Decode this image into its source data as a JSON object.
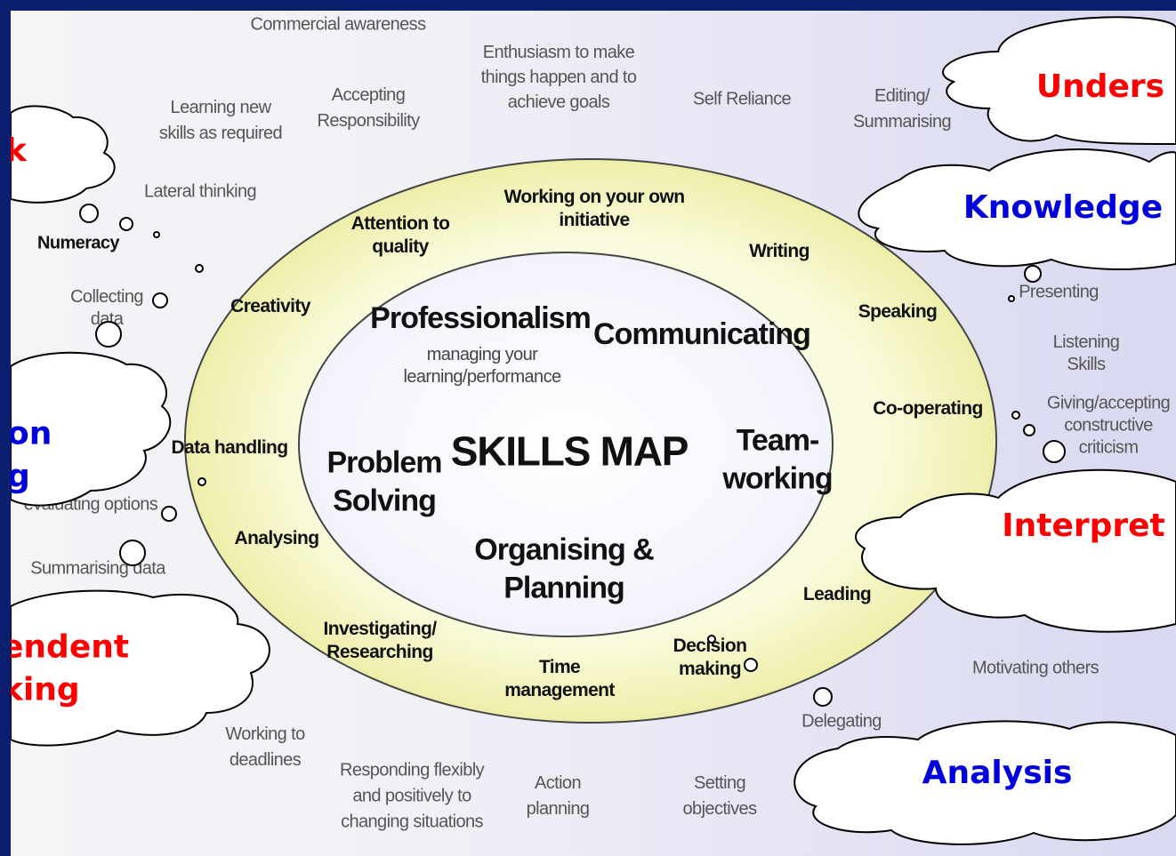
{
  "diagram": {
    "center_title": "SKILLS MAP",
    "core_skills": {
      "professionalism": "Professionalism",
      "professionalism_sub": "managing your\nlearning/performance",
      "communicating": "Communicating",
      "teamworking": "Team-\nworking",
      "problem_solving": "Problem\nSolving",
      "organising": "Organising &\nPlanning"
    },
    "ring_skills": {
      "attention": "Attention to\nquality",
      "own_initiative": "Working on your own\ninitiative",
      "writing": "Writing",
      "creativity": "Creativity",
      "speaking": "Speaking",
      "cooperating": "Co-operating",
      "data_handling": "Data handling",
      "analysing": "Analysing",
      "leading": "Leading",
      "investigating": "Investigating/\nResearching",
      "time_management": "Time\nmanagement",
      "decision_making": "Decision\nmaking"
    },
    "outer_skills": {
      "commercial": "Commercial awareness",
      "enthusiasm": "Enthusiasm to make\nthings happen and to\nachieve goals",
      "learning_new": "Learning new\nskills as required",
      "accepting": "Accepting\nResponsibility",
      "self_reliance": "Self Reliance",
      "editing": "Editing/\nSummarising",
      "lateral": "Lateral thinking",
      "numeracy": "Numeracy",
      "collecting": "Collecting\ndata",
      "evaluating": "evaluating options",
      "summarising_data": "Summarising data",
      "presenting": "Presenting",
      "listening": "Listening Skills",
      "giving": "Giving/accepting\nconstructive criticism",
      "motivating": "Motivating others",
      "delegating": "Delegating",
      "working_deadlines": "Working to\ndeadlines",
      "responding": "Responding flexibly\nand positively to\nchanging situations",
      "action": "Action\nplanning",
      "setting": "Setting\nobjectives"
    }
  },
  "clouds": {
    "understanding": "Unders",
    "knowledge": "Knowledge",
    "interpretation": "Interpret",
    "analysis": "Analysis",
    "think": "k",
    "decision": "on\ng",
    "independent": "endent\nking"
  },
  "colors": {
    "frame": "#0b1f6e",
    "ring": "#f0f0b8",
    "red_text": "#ff0000",
    "blue_text": "#0000dd"
  }
}
